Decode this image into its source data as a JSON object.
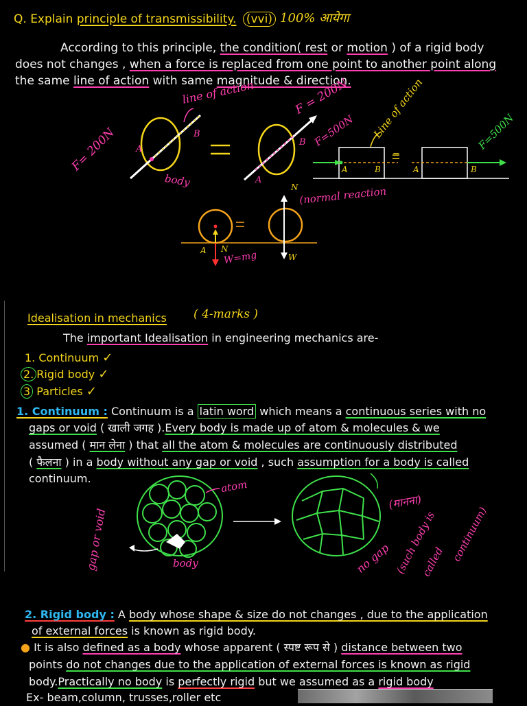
{
  "question": {
    "prefix": "Q. Explain ",
    "title": "principle of transmissibility.",
    "tag": "(vvi)",
    "note": "100% आयेगा"
  },
  "definition": {
    "l1a": "According to this principle, ",
    "l1b": "the condition( ",
    "l1c": "rest",
    "l1d": " or ",
    "l1e": "motion",
    "l1f": " ) of a rigid body",
    "l2a": "does not changes , ",
    "l2b": "when a force is replaced from one point to another point along",
    "l3a": "the same ",
    "l3b": "line of action",
    "l3c": " with same ",
    "l3d": "magnitude & direction."
  },
  "fig1": {
    "line_of_action_1": "line of action",
    "force_left": "F= 200N",
    "force_right": "F = 200N",
    "body": "body",
    "eq": "=",
    "a": "A",
    "b": "B",
    "force_block": "F=500N",
    "line_of_action_2": "Line of action",
    "force_block_right": "F=500N",
    "normal_reaction": "(normal reaction",
    "n": "N",
    "w": "W",
    "w_mg": "W=mg"
  },
  "idealisation": {
    "heading": "Idealisation in mechanics",
    "marks": "( 4-marks )",
    "intro_a": "The ",
    "intro_b": "important Idealisation",
    "intro_c": " in engineering mechanics are-",
    "items": [
      "1. Continuum",
      "Rigid body",
      "Particles"
    ],
    "item_nums": [
      "2.",
      "3"
    ]
  },
  "continuum": {
    "label": "1. Continuum :",
    "l1a": " Continuum is a ",
    "l1b": "latin word",
    "l1c": " which means a ",
    "l1d": "continuous series with no",
    "l2a": "gaps or void",
    "l2b": " ( खाली जगह ).",
    "l2c": "Every body is made up of atom & molecules & we",
    "l3a": "assumed ( ",
    "l3b": "मान लेना",
    "l3c": " )  that ",
    "l3d": "all the atom & molecules are continuously distributed",
    "l4a": "( ",
    "l4b": "फैलना",
    "l4c": " ) in a ",
    "l4d": "body without any gap or void",
    "l4e": " , such ",
    "l4f": "assumption for a body is called",
    "l5": "continuum.",
    "gap_or_void": "gap or void",
    "atom": "atom",
    "body": "body",
    "no_gap": "no gap",
    "manna": "(मानना)",
    "such_body": "(such body is",
    "called": "called",
    "continuum_note": "continuum)"
  },
  "rigid": {
    "label": "2. Rigid body :",
    "l1a": " A ",
    "l1b": "body whose shape & size do not changes , due to the application",
    "l2a": "of external forces",
    "l2b": " is known as rigid body.",
    "b1a": "It is also ",
    "b1b": "defined as a body",
    "b1c": " whose apparent ( स्पष्ट रूप से ) ",
    "b1d": "distance between two",
    "b2a": "points ",
    "b2b": "do not changes due to the application of external forces is known as rigid",
    "b3a": "body.",
    "b3b": "Practically no body",
    "b3c": " is ",
    "b3d": "perfectly rigid",
    "b3e": " but we assumed as a ",
    "b3f": "rigid body",
    "ex": "Ex- beam,column, trusses,roller etc"
  }
}
